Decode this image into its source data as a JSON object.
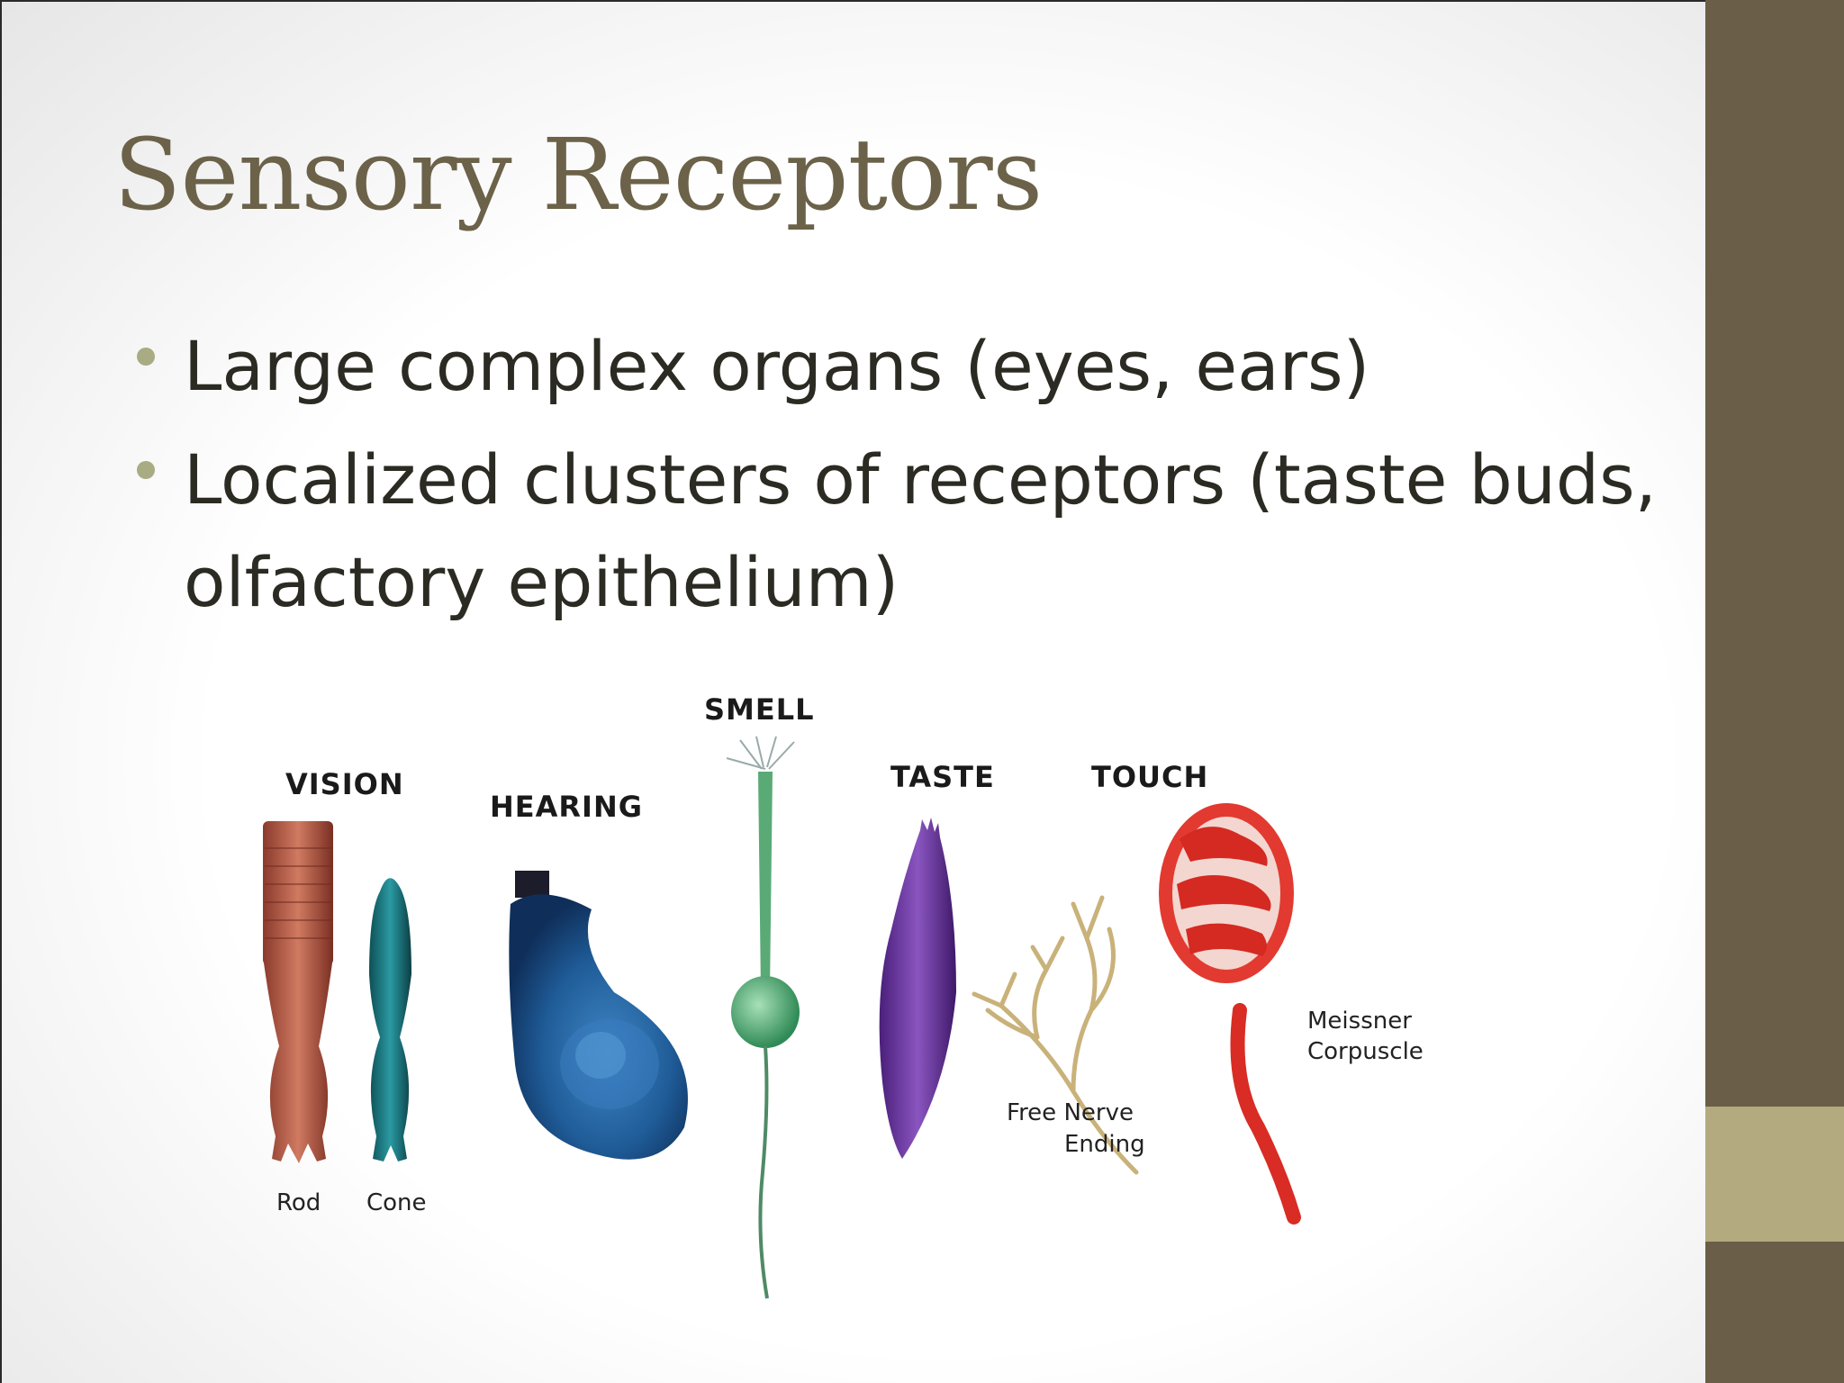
{
  "slide": {
    "title": "Sensory Receptors",
    "bullets": [
      "Large complex organs (eyes, ears)",
      "Localized clusters of receptors (taste buds, olfactory epithelium)"
    ]
  },
  "figure": {
    "headings": {
      "vision": "VISION",
      "hearing": "HEARING",
      "smell": "SMELL",
      "taste": "TASTE",
      "touch": "TOUCH"
    },
    "labels": {
      "rod": "Rod",
      "cone": "Cone",
      "free_nerve_1": "Free Nerve",
      "free_nerve_2": "Ending",
      "meissner_1": "Meissner",
      "meissner_2": "Corpuscle"
    }
  },
  "theme": {
    "side_bar": "#6b5e48",
    "side_accent": "#b3aa80",
    "title_color": "#6b6249",
    "bullet_color": "#a9ab83"
  }
}
